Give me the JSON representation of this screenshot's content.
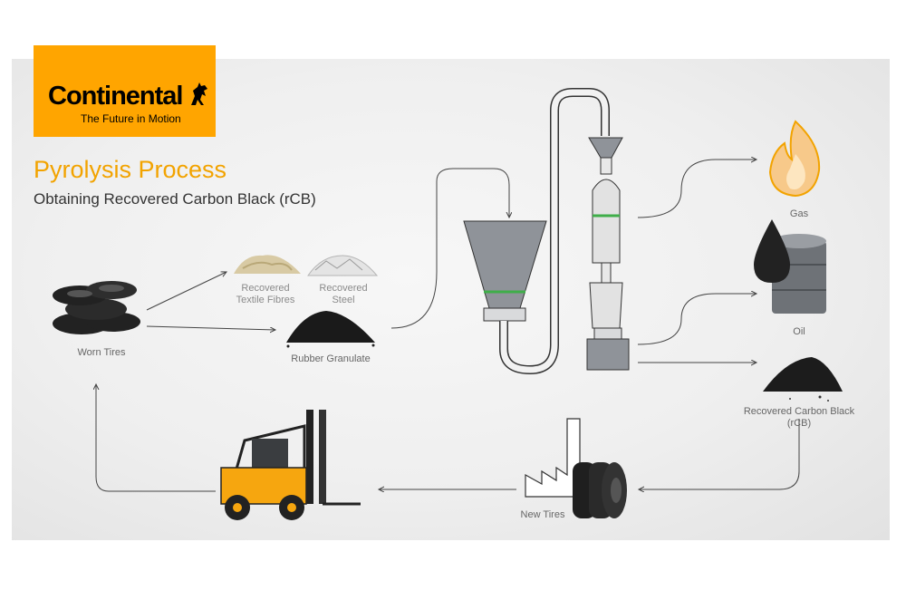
{
  "brand": {
    "name": "Continental",
    "tagline": "The Future in Motion",
    "color": "#ffa500"
  },
  "heading": {
    "title": "Pyrolysis Process",
    "subtitle": "Obtaining Recovered Carbon Black (rCB)"
  },
  "labels": {
    "worn_tires": "Worn Tires",
    "textile": "Recovered Textile Fibres",
    "steel": "Recovered Steel",
    "rubber": "Rubber Granulate",
    "gas": "Gas",
    "oil": "Oil",
    "rcb": "Recovered Carbon Black (rCB)",
    "new_tires": "New Tires"
  },
  "icons": [
    "tire-stack-icon",
    "textile-pile-icon",
    "steel-pile-icon",
    "rubber-pile-icon",
    "reactor-icon",
    "flame-icon",
    "oil-drop-icon",
    "oil-barrel-icon",
    "carbon-pile-icon",
    "factory-icon",
    "tire-icon",
    "forklift-icon"
  ],
  "colors": {
    "accent": "#f2a300",
    "reactor": "#8f9399",
    "band": "#3fae49"
  }
}
